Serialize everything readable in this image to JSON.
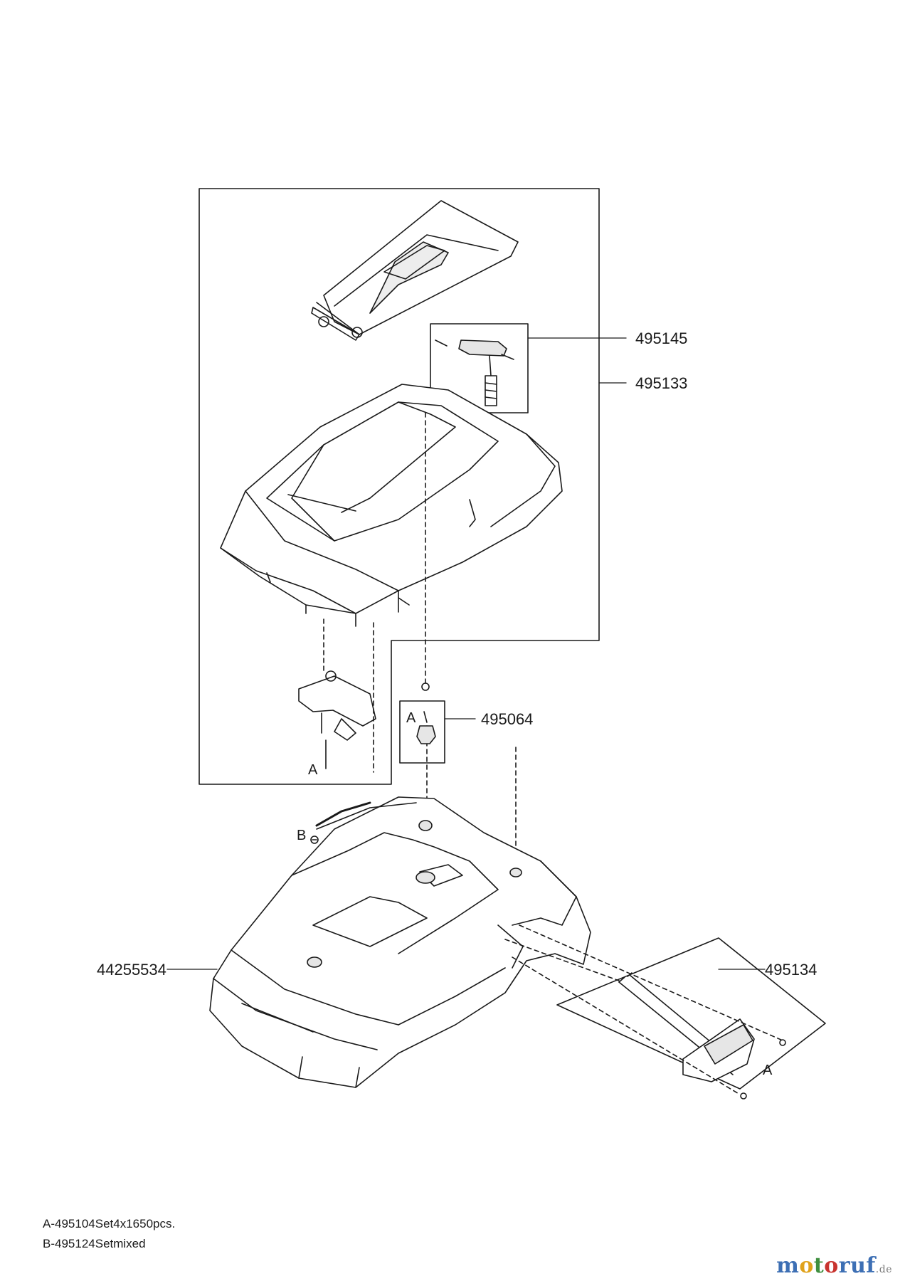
{
  "callouts": {
    "rear_lid_bracket": "495145",
    "upper_cover_assembly": "495133",
    "center_knob": "495064",
    "main_body_shell": "44255534",
    "side_handle_kit": "495134"
  },
  "screw_letters": {
    "a_upper": "A",
    "a_knob": "A",
    "b_body": "B",
    "a_handle": "A"
  },
  "legend": {
    "a_line": "A-495104Set4x1650pcs.",
    "b_line": "B-495124Setmixed"
  },
  "watermark": {
    "letters": [
      "m",
      "o",
      "t",
      "o",
      "ruf"
    ],
    "tld": ".de"
  },
  "colors": {
    "line": "#1a1a1a",
    "shade": "#d9d9d9",
    "watermark_blue": "#3d6fb4",
    "watermark_orange": "#e0a21b",
    "watermark_green": "#3f8f3f",
    "watermark_red": "#c8342f"
  }
}
